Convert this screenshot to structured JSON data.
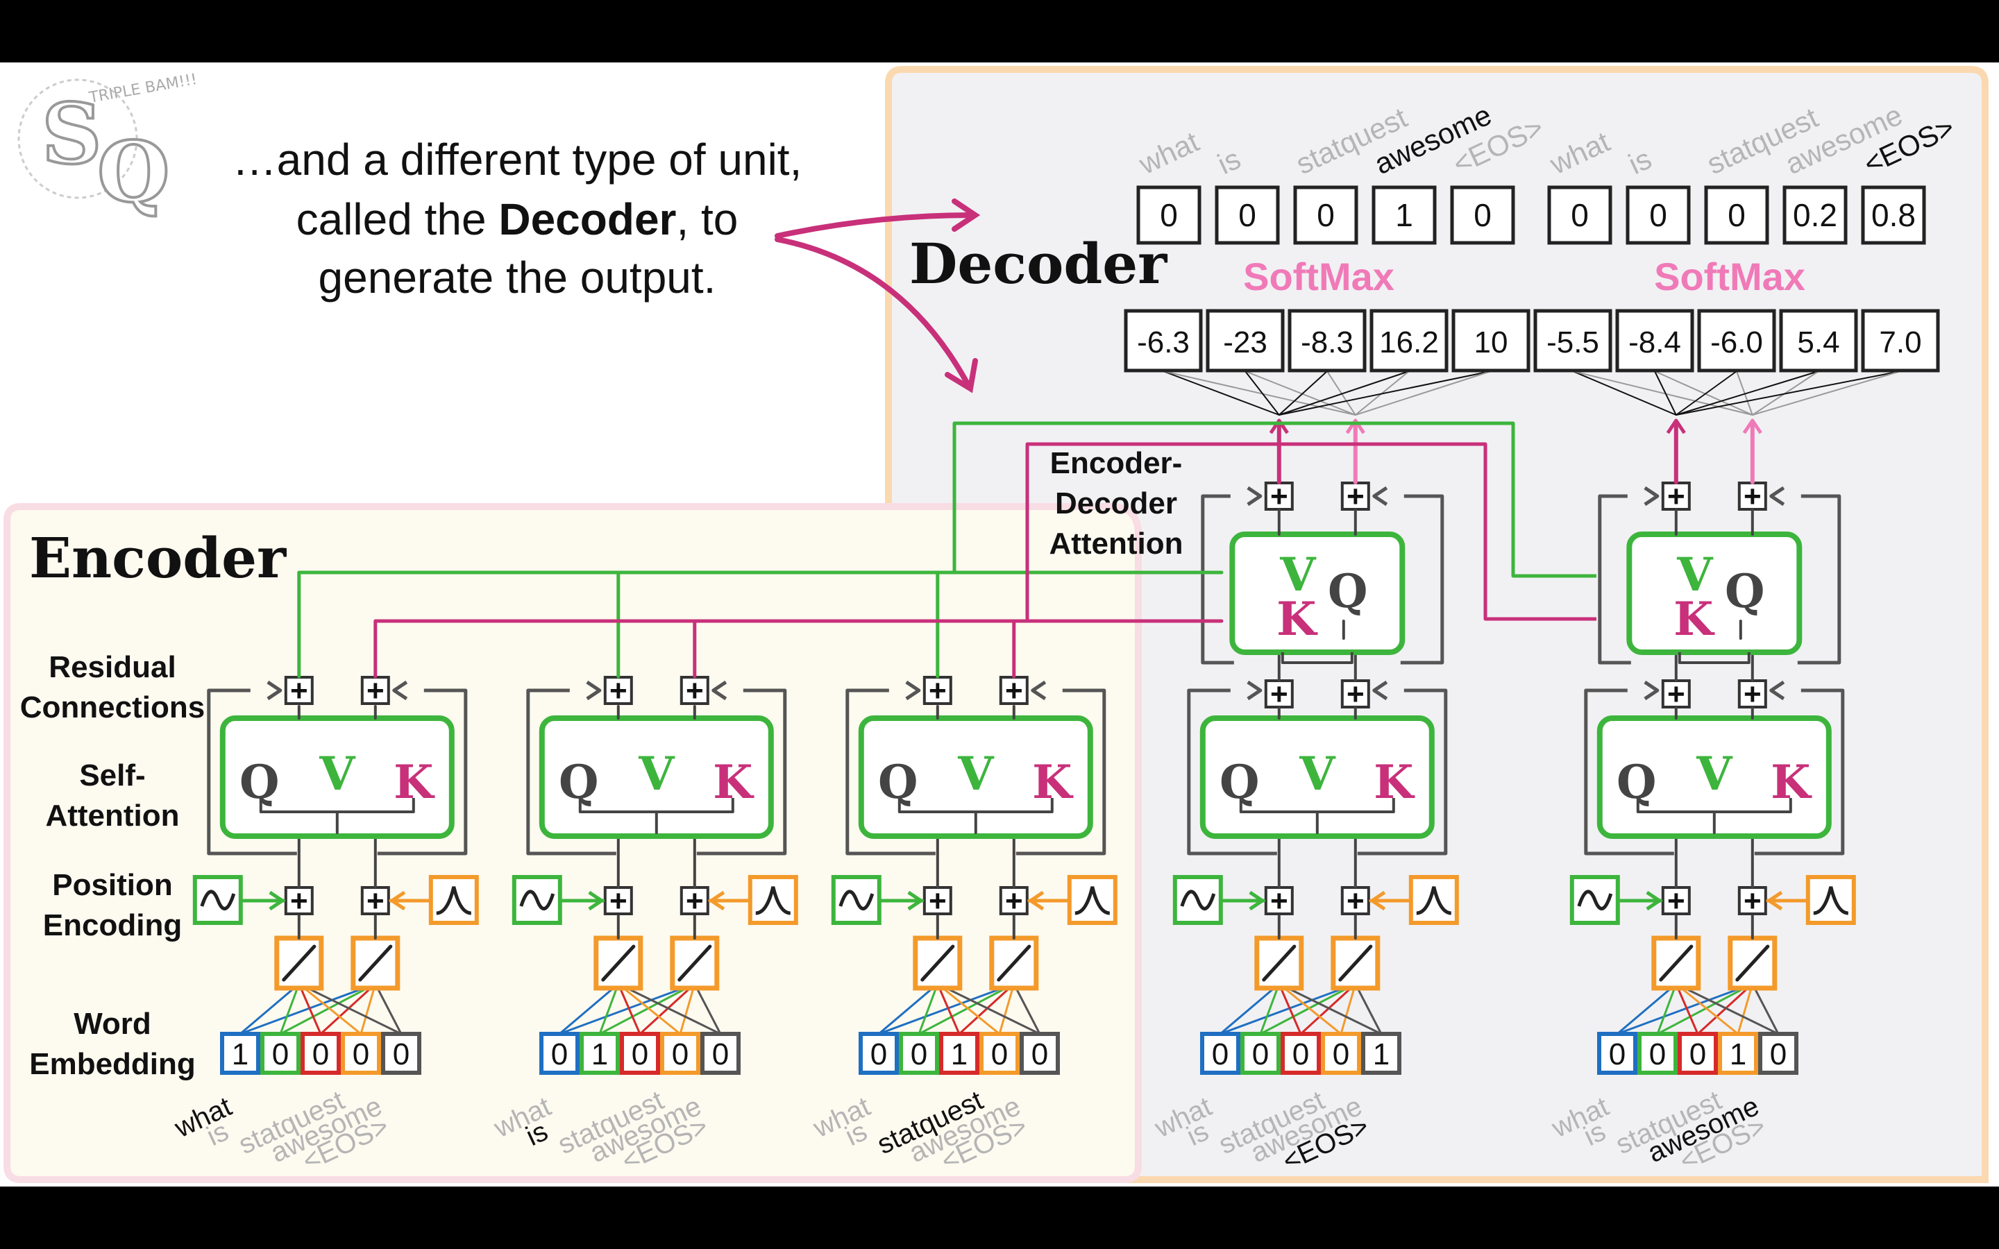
{
  "logo": {
    "letters": [
      "S",
      "Q"
    ],
    "tagline": "TRIPLE BAM!!!"
  },
  "caption": {
    "line1": "…and a different type of unit,",
    "line2_pre": "called the ",
    "line2_bold": "Decoder",
    "line2_post": ", to",
    "line3": "generate the output."
  },
  "decoder_title": "Decoder",
  "encoder_title": "Encoder",
  "encoder_decoder_label": [
    "Encoder-",
    "Decoder",
    "Attention"
  ],
  "row_labels": {
    "residual": [
      "Residual",
      "Connections"
    ],
    "self_attention": [
      "Self-",
      "Attention"
    ],
    "position": [
      "Position",
      "Encoding"
    ],
    "embedding": [
      "Word",
      "Embedding"
    ]
  },
  "vocab": [
    "what",
    "is",
    "statquest",
    "awesome",
    "<EOS>"
  ],
  "softmax_label": "SoftMax",
  "decoder_outputs": [
    {
      "values": [
        "0",
        "0",
        "0",
        "1",
        "0"
      ],
      "highlight_index": 3
    },
    {
      "values": [
        "0",
        "0",
        "0",
        "0.2",
        "0.8"
      ],
      "highlight_index": 4
    }
  ],
  "decoder_logits": [
    [
      "-6.3",
      "-23",
      "-8.3",
      "16.2",
      "10"
    ],
    [
      "-5.5",
      "-8.4",
      "-6.0",
      "5.4",
      "7.0"
    ]
  ],
  "encoder_inputs": [
    {
      "values": [
        "1",
        "0",
        "0",
        "0",
        "0"
      ],
      "word_index": 0
    },
    {
      "values": [
        "0",
        "1",
        "0",
        "0",
        "0"
      ],
      "word_index": 1
    },
    {
      "values": [
        "0",
        "0",
        "1",
        "0",
        "0"
      ],
      "word_index": 2
    }
  ],
  "decoder_inputs": [
    {
      "values": [
        "0",
        "0",
        "0",
        "0",
        "1"
      ],
      "word_index": 4
    },
    {
      "values": [
        "0",
        "0",
        "0",
        "1",
        "0"
      ],
      "word_index": 3
    }
  ],
  "attention_letters": {
    "q": "Q",
    "k": "K",
    "v": "V"
  },
  "plus_symbol": "+",
  "colors": {
    "green": "#3db53d",
    "magenta": "#c8307a",
    "pink": "#f07ab8",
    "orange": "#f39a2b",
    "gray": "#555555",
    "encoder_bg": "#fdfaf0",
    "decoder_bg": "#f1f1f3",
    "decoder_border": "#fbd9b0",
    "encoder_border": "#f8dde4",
    "muted_text": "#b5b5b5",
    "box_colors": [
      "#1f6fc2",
      "#3db53d",
      "#d62a2a",
      "#f39a2b",
      "#555555"
    ]
  }
}
